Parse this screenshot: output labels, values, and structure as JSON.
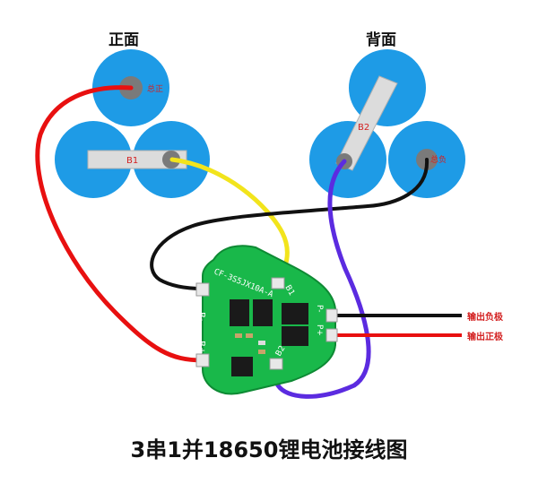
{
  "views": {
    "front": "正面",
    "back": "背面"
  },
  "terminals": {
    "total_positive": "总正",
    "total_negative": "总负",
    "strip_b1": "B1",
    "strip_b2": "B2"
  },
  "pcb": {
    "model_text": "CF-3S5JX10A-A",
    "pad_b_minus": "B-",
    "pad_b_plus": "B+",
    "pad_b1": "B1",
    "pad_b2": "B2",
    "pad_p_minus": "P-",
    "pad_p_plus": "P+"
  },
  "outputs": {
    "negative": "输出负极",
    "positive": "输出正极"
  },
  "title": "3串1并18650锂电池接线图",
  "colors": {
    "cell": "#1e9be6",
    "nickel": "#dcdcdc",
    "pcb": "#19b84a",
    "wire_red": "#e81010",
    "wire_black": "#111111",
    "wire_yellow": "#f2e41c",
    "wire_purple": "#5b2be0"
  }
}
